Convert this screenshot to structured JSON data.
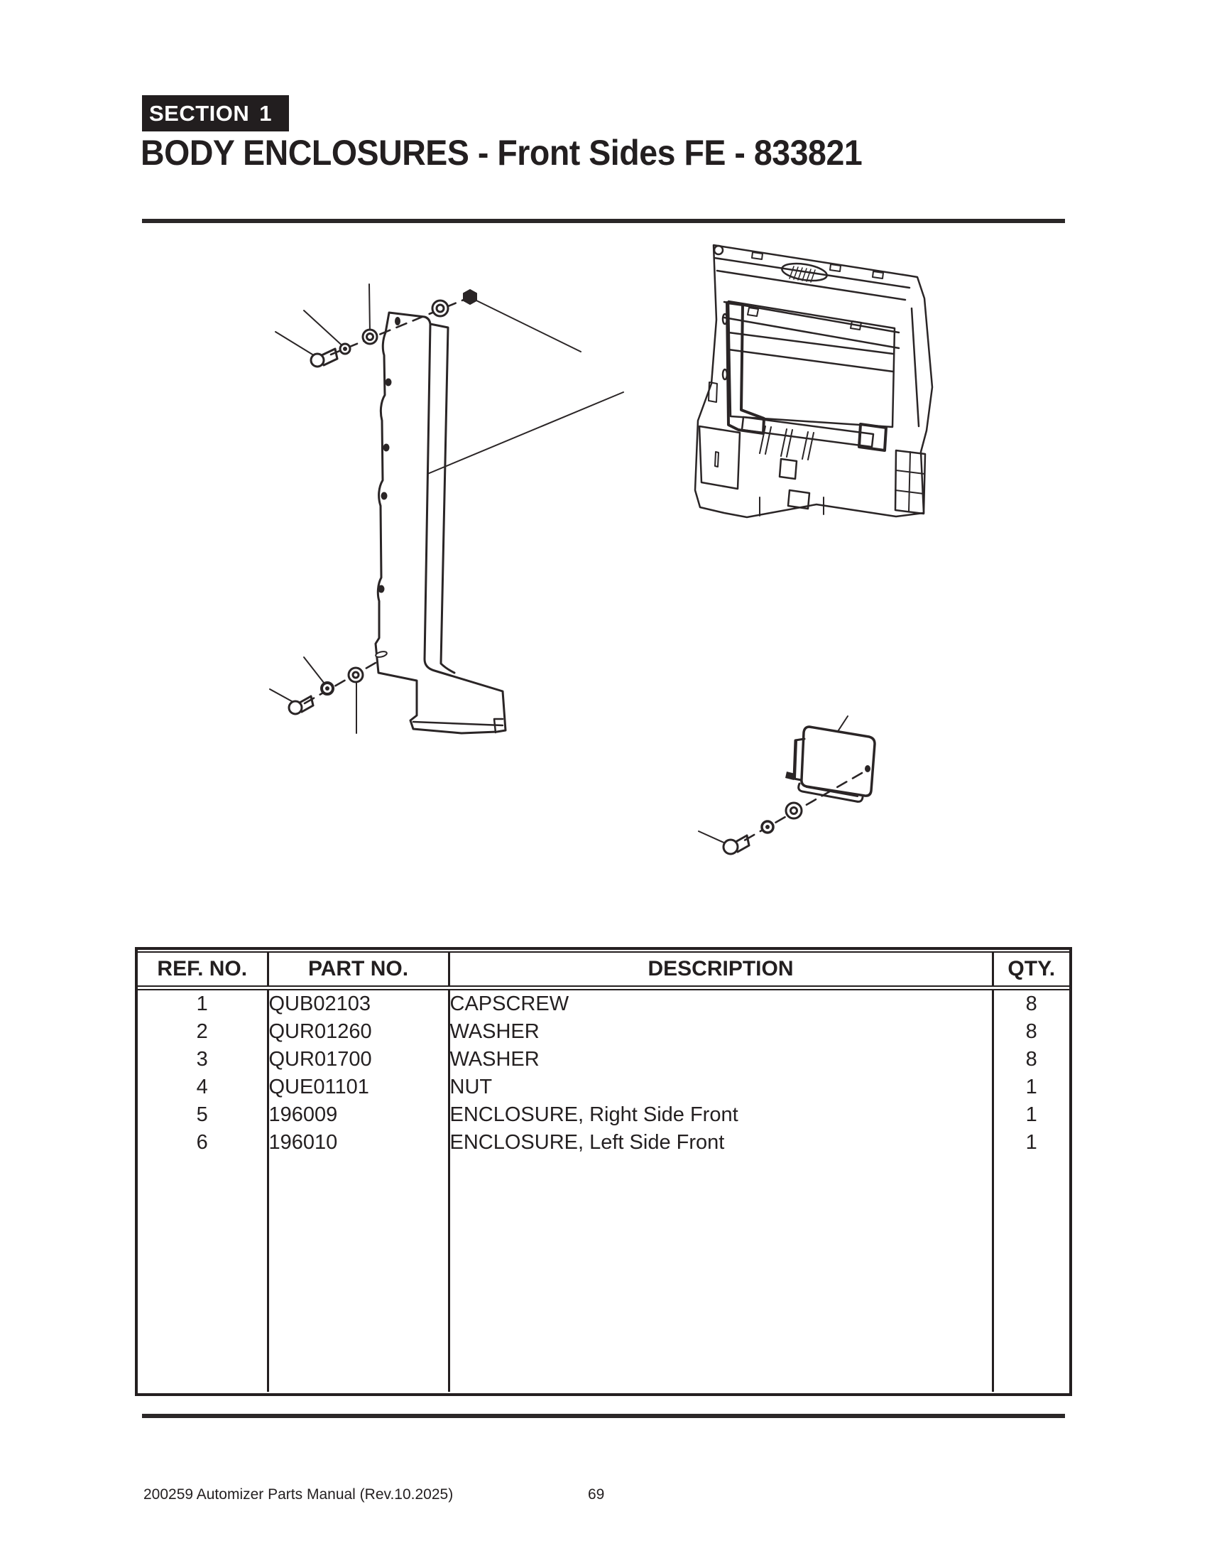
{
  "header": {
    "section_label": "SECTION",
    "section_number": "1",
    "title": "BODY ENCLOSURES - Front Sides FE - 833821"
  },
  "figures": {
    "left_figure": "left-side-front-enclosure-exploded-view",
    "center_figure": "machine-body-isometric-view",
    "right_figure": "right-side-front-enclosure-exploded-view"
  },
  "table": {
    "headers": [
      "REF. NO.",
      "PART NO.",
      "DESCRIPTION",
      "QTY."
    ],
    "rows": [
      {
        "ref": "1",
        "part": "QUB02103",
        "description": "CAPSCREW",
        "qty": "8"
      },
      {
        "ref": "2",
        "part": "QUR01260",
        "description": "WASHER",
        "qty": "8"
      },
      {
        "ref": "3",
        "part": "QUR01700",
        "description": "WASHER",
        "qty": "8"
      },
      {
        "ref": "4",
        "part": "QUE01101",
        "description": "NUT",
        "qty": "1"
      },
      {
        "ref": "5",
        "part": "196009",
        "description": "ENCLOSURE, Right Side Front",
        "qty": "1"
      },
      {
        "ref": "6",
        "part": "196010",
        "description": "ENCLOSURE, Left Side Front",
        "qty": "1"
      }
    ]
  },
  "footer": {
    "manual_title": "200259 Automizer Parts Manual (Rev.10.2025)",
    "page_number": "69"
  }
}
